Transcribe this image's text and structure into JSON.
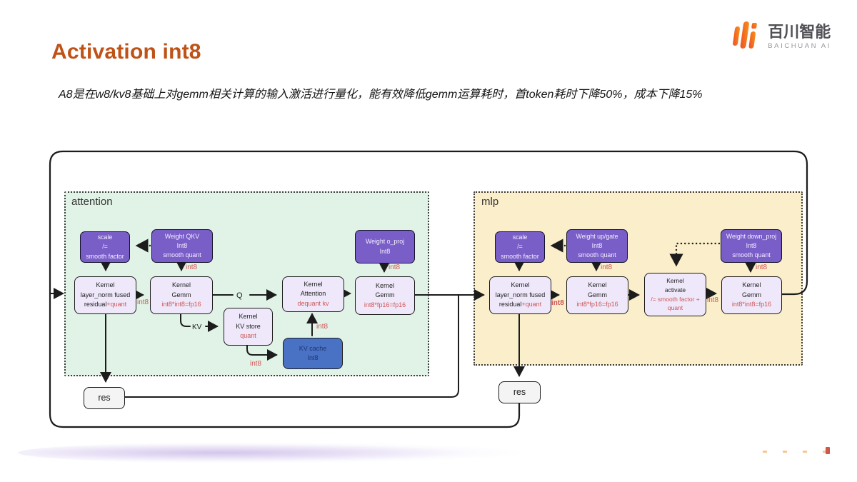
{
  "slide": {
    "title": "Activation int8",
    "subtitle": "A8是在w8/kv8基础上对gemm相关计算的输入激活进行量化，能有效降低gemm运算耗时，首token耗时下降50%，成本下降15%",
    "logo": {
      "cn": "百川智能",
      "en": "BAICHUAN AI"
    }
  },
  "labels": {
    "int8": "int8",
    "q": "Q",
    "kv": "KV"
  },
  "attention": {
    "label": "attention",
    "scale": [
      "scale",
      "/=",
      "smooth factor"
    ],
    "weight_qkv": [
      "Weight QKV",
      "Int8",
      "smooth quant"
    ],
    "layer_norm": {
      "l1": "Kernel",
      "l2": "layer_norm fused",
      "l3": "residual",
      "l3r": "+quant"
    },
    "gemm_qkv": {
      "l1": "Kernel",
      "l2": "Gemm",
      "l3r": "int8*int8=fp16"
    },
    "attn": {
      "l1": "Kernel",
      "l2": "Attention",
      "l3r": "dequant kv"
    },
    "gemm_oproj": {
      "l1": "Kernel",
      "l2": "Gemm",
      "l3r": "int8*fp16=fp16"
    },
    "weight_oproj": [
      "Weight o_proj",
      "Int8"
    ],
    "kv_store": {
      "l1": "Kernel",
      "l2": "KV store",
      "l3r": "quant"
    },
    "kv_cache": [
      "KV cache",
      "Int8"
    ],
    "res": "res"
  },
  "mlp": {
    "label": "mlp",
    "scale": [
      "scale",
      "/=",
      "smooth factor"
    ],
    "weight_upgate": [
      "Weight up/gate",
      "Int8",
      "smooth quant"
    ],
    "layer_norm": {
      "l1": "Kernel",
      "l2": "layer_norm fused",
      "l3": "residual",
      "l3r": "+quant"
    },
    "gemm_upgate": {
      "l1": "Kernel",
      "l2": "Gemm",
      "l3r": "int8*fp16=fp16"
    },
    "activate": {
      "l1": "Kernel",
      "l2": "activate",
      "l3r": "/= smooth factor +",
      "l4r": "quant"
    },
    "weight_downproj": [
      "Weight down_proj",
      "Int8",
      "smooth quant"
    ],
    "gemm_downproj": {
      "l1": "Kernel",
      "l2": "Gemm",
      "l3r": "int8*int8=fp16"
    },
    "res": "res"
  },
  "colors": {
    "title_accent": "#bf5216",
    "purple_dark": "#7a5ec8",
    "purple_light": "#eee8fa",
    "attention_bg": "#e1f3e6",
    "mlp_bg": "#faeecb",
    "kv_cache_blue": "#4a72c4",
    "red_label": "#cf5656",
    "logo_orange": "#f07020"
  }
}
